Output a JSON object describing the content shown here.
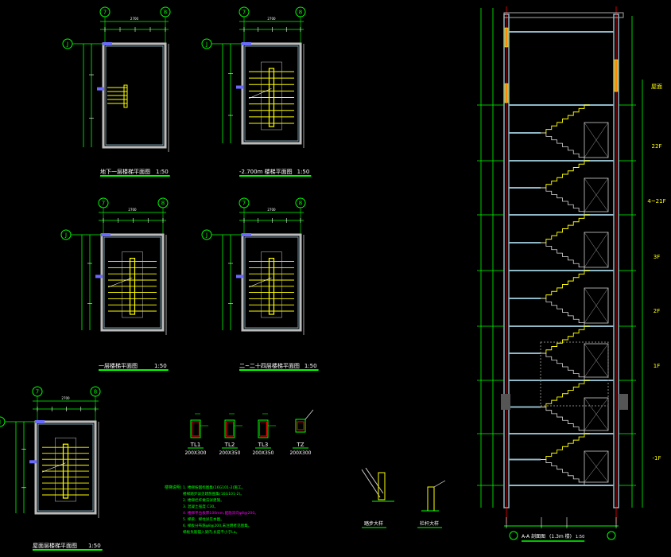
{
  "colors": {
    "background": "#000000",
    "dimension": "#00ff00",
    "wall": "#8fb8c8",
    "stair": "#ffff00",
    "highlight": "#ff00ff",
    "axis": "#ff0000",
    "text": "#ffffff"
  },
  "grid_axes": {
    "left": "7",
    "right": "8",
    "row": "J"
  },
  "plans": [
    {
      "title": "地下一层楼梯平面图",
      "scale": "1:50",
      "width_dim": "2700"
    },
    {
      "title": "-2.700m 楼梯平面图",
      "scale": "1:50",
      "width_dim": "2700"
    },
    {
      "title": "一层楼梯平面图",
      "scale": "1:50",
      "width_dim": "2700"
    },
    {
      "title": "二~二十四层楼梯平面图",
      "scale": "1:50",
      "width_dim": "2700"
    },
    {
      "title": "屋面层楼梯平面图",
      "scale": "1:50",
      "width_dim": "2700"
    }
  ],
  "beams": [
    {
      "name": "TL1",
      "size": "200X300"
    },
    {
      "name": "TL2",
      "size": "200X350"
    },
    {
      "name": "TL3",
      "size": "200X350"
    },
    {
      "name": "TZ",
      "size": "200X300"
    }
  ],
  "notes": {
    "heading": "楼梯说明:",
    "lines": [
      "1. 楼梯按国标图集(16G101-2)施工。",
      "   楼梯踏步详见建施图集(16G101-2)。",
      "2. 楼梯栏杆做法详建施。",
      "3. 混凝土强度 C30。",
      "4. 楼梯平台板厚100mm,配筋双向φ8@200。",
      "5. 梯梁、梯柱详见本图。",
      "6. 梯板分布筋φ8@200,未注明者见图集。",
      "   梯板负筋锚入梁内,长度不小于La。"
    ]
  },
  "details": {
    "left": "踏步大样",
    "right": "栏杆大样"
  },
  "section": {
    "title": "A-A 剖面图",
    "subtitle": "(1.3m 楼)",
    "scale": "1:50",
    "floors": [
      "屋面",
      "22F",
      "4~21F",
      "3F",
      "2F",
      "1F",
      "-1F"
    ]
  }
}
